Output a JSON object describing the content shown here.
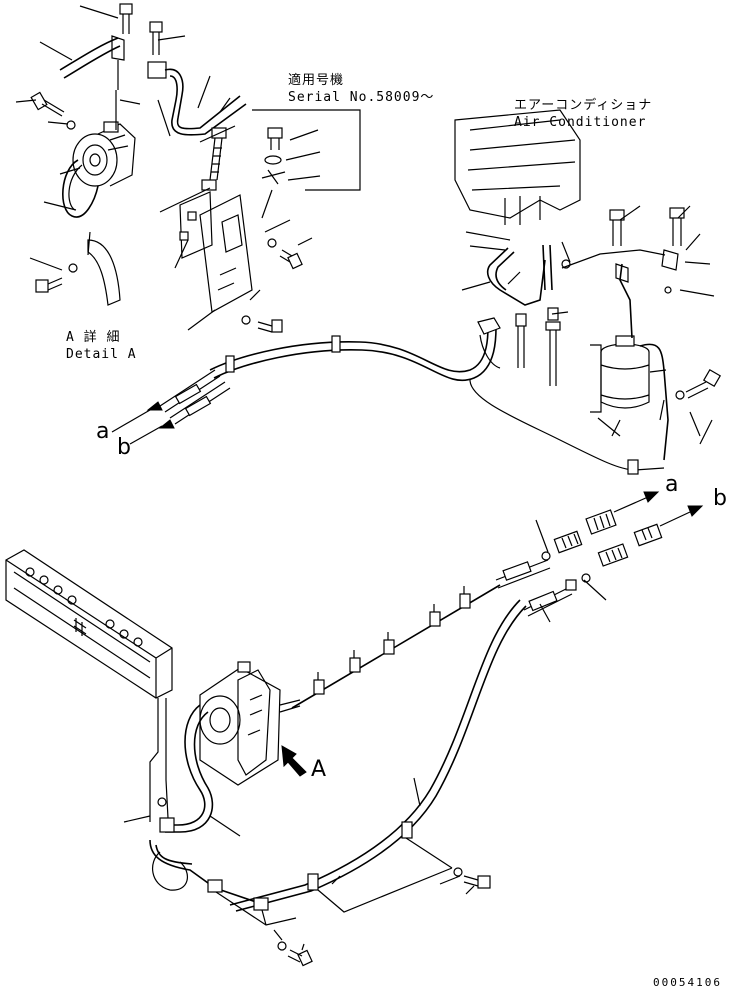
{
  "labels": {
    "serial_applicable_jp": "適用号機",
    "serial_number": "Serial No.58009～",
    "aircon_jp": "エアーコンディショナ",
    "aircon_en": "Air Conditioner",
    "detail_a_jp": "A 詳 細",
    "detail_a_en": "Detail A",
    "mark_a_top": "a",
    "mark_b_top": "b",
    "mark_a_right": "a",
    "mark_b_right": "b",
    "view_a": "A",
    "drawing_number": "00054106"
  }
}
